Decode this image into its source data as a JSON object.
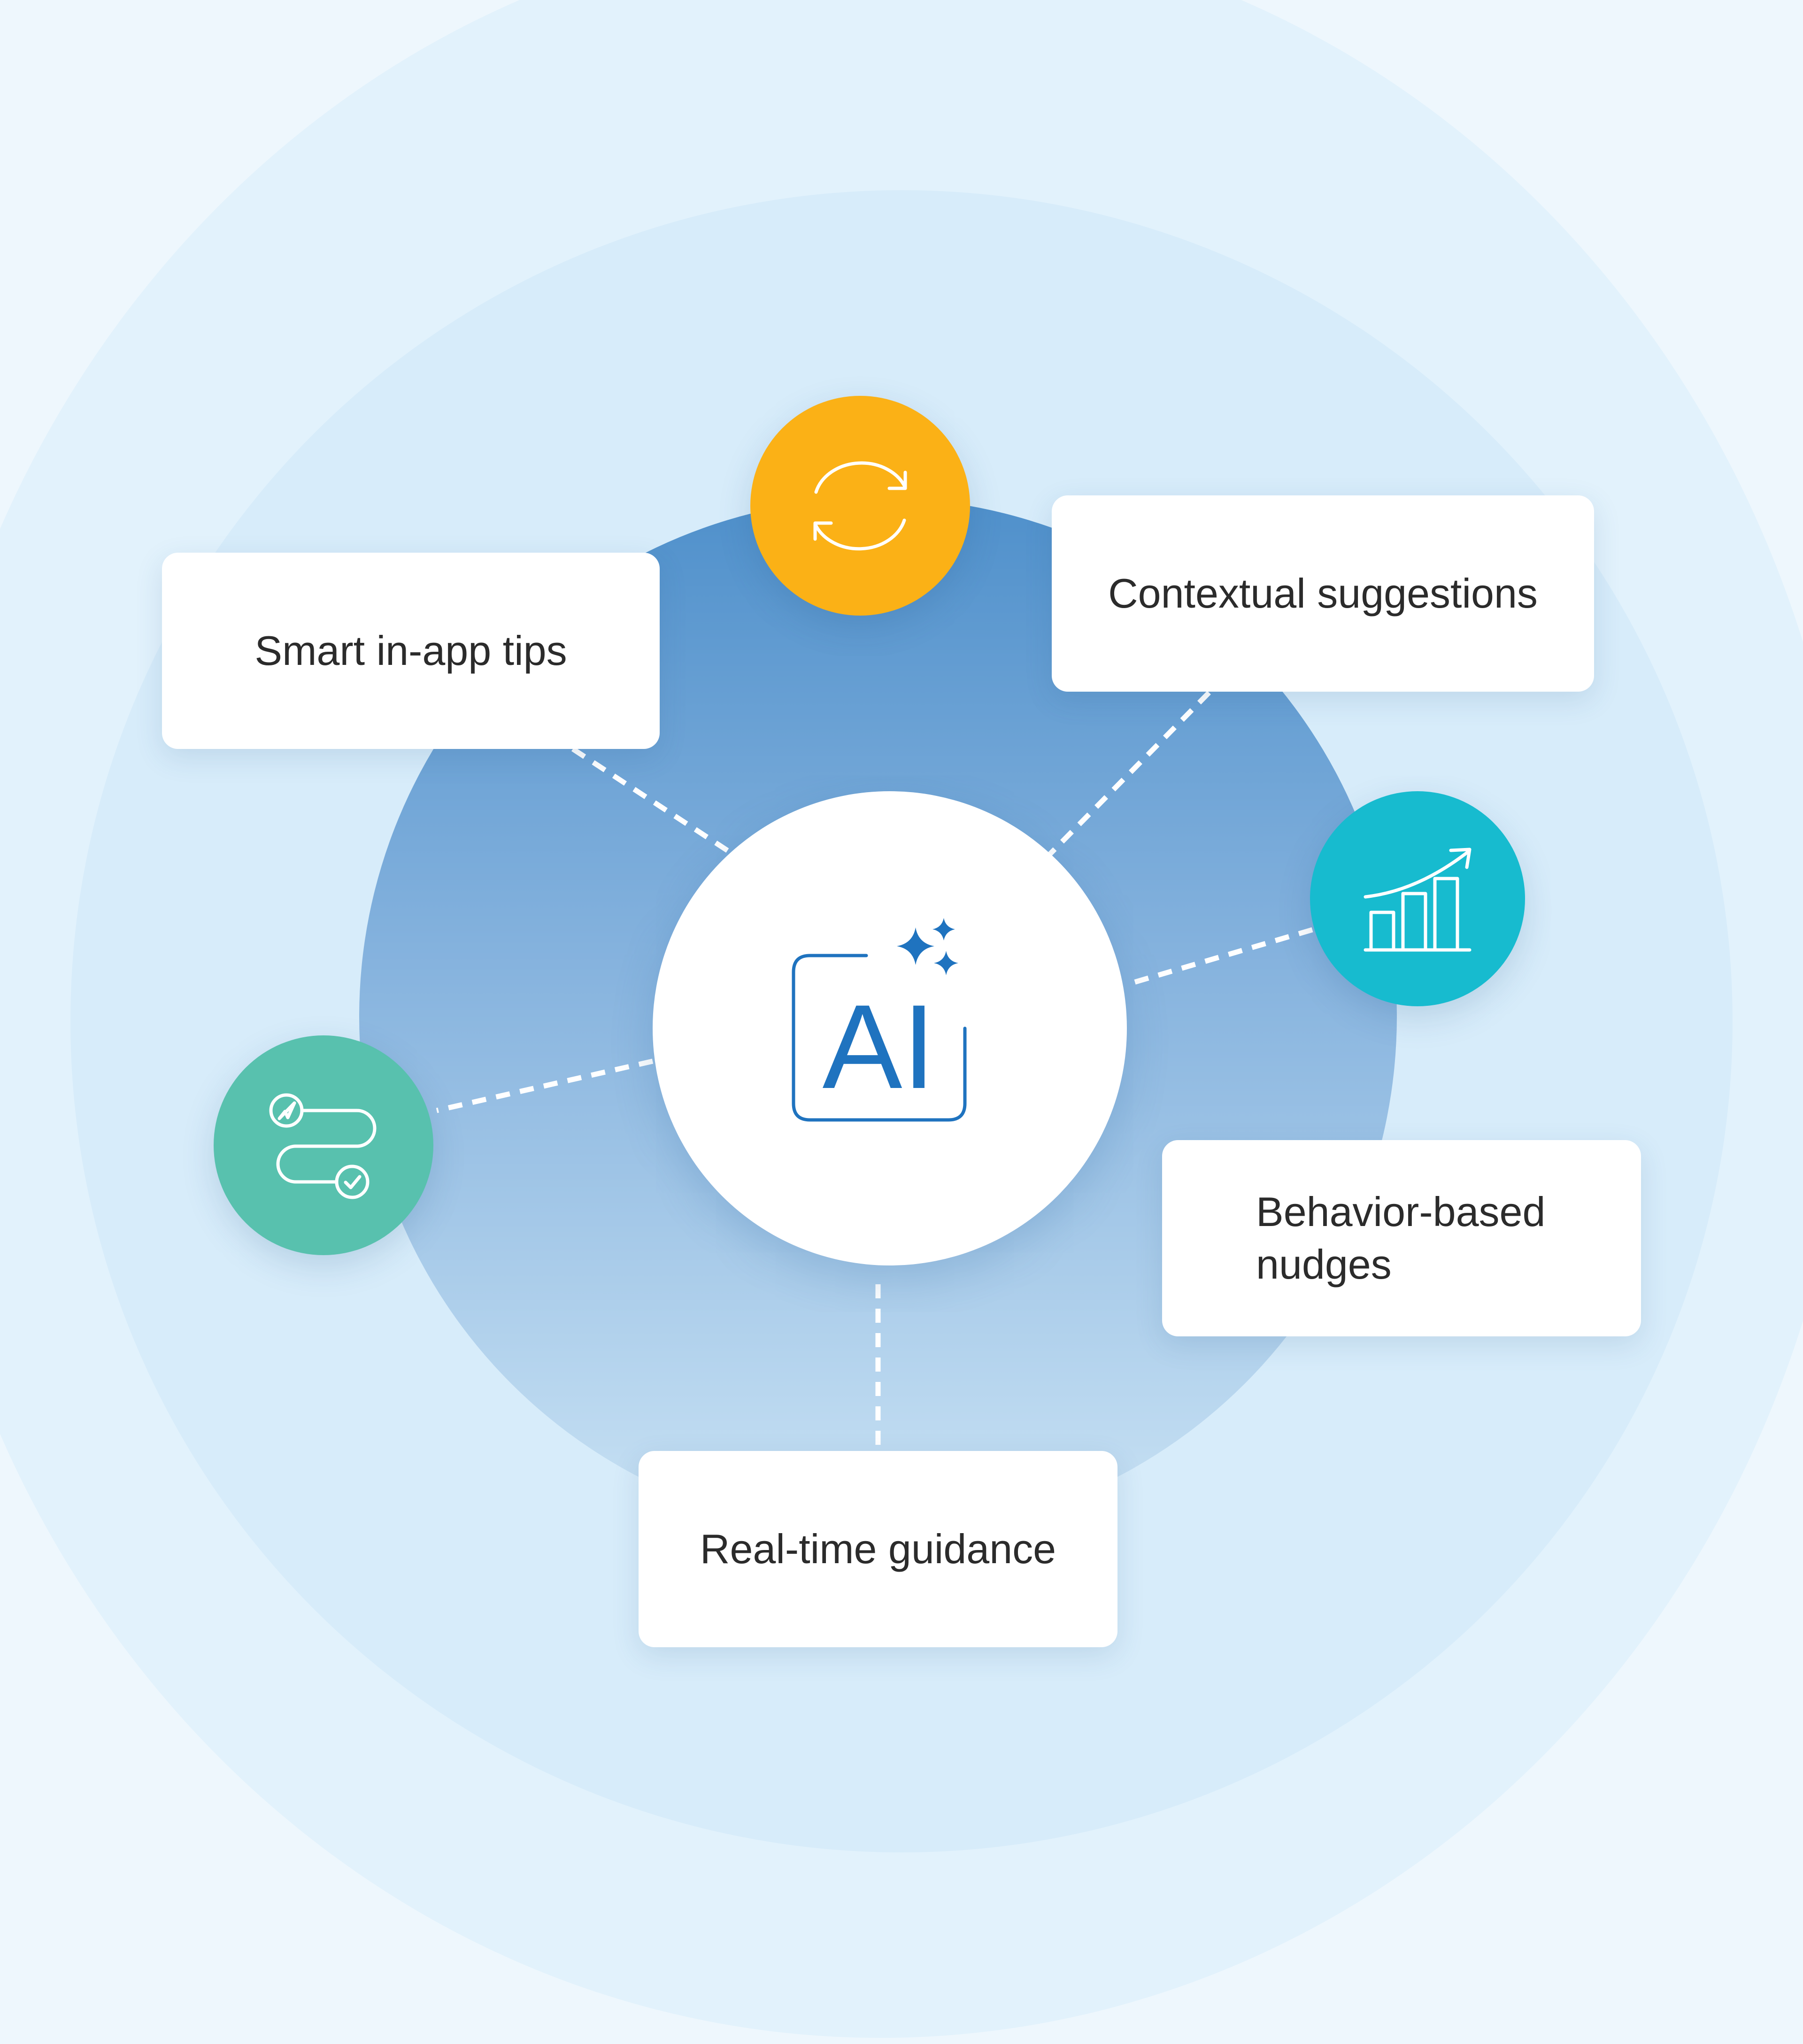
{
  "hub": {
    "label": "AI",
    "icon": "ai-sparkle-icon",
    "color": "#1f73bf"
  },
  "features": [
    {
      "label": "Smart in-app tips"
    },
    {
      "label": "Contextual suggestions"
    },
    {
      "label": "Behavior-based\nnudges"
    },
    {
      "label": "Real-time guidance"
    }
  ],
  "icons": [
    {
      "name": "refresh-icon",
      "color": "#fbb116"
    },
    {
      "name": "growth-chart-icon",
      "color": "#17bbcf"
    },
    {
      "name": "route-icon",
      "color": "#58c1ae"
    }
  ],
  "colors": {
    "connector": "#ffffff",
    "core_top": "#4f90cb",
    "core_bottom": "#c9e2f4"
  }
}
